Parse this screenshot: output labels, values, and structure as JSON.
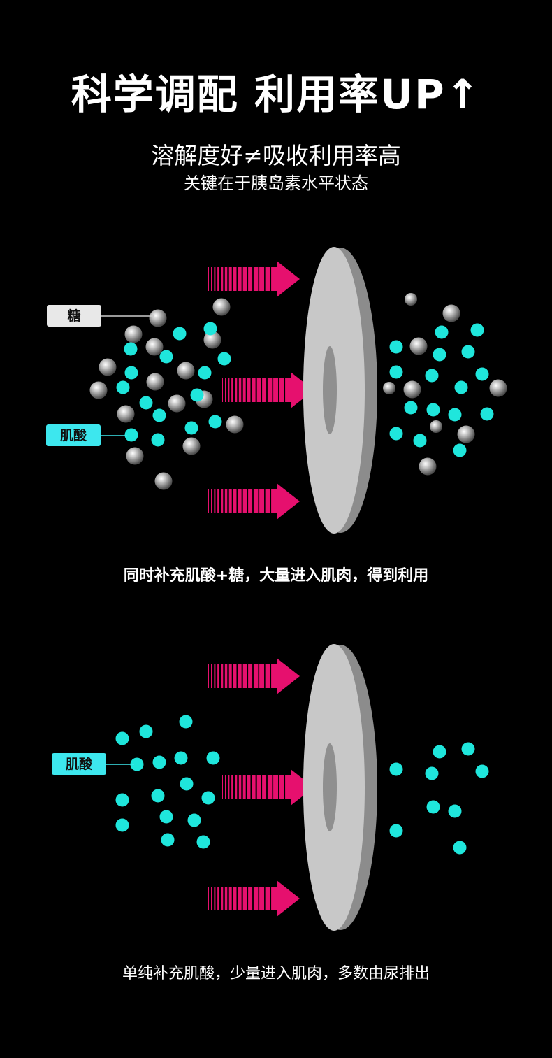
{
  "header": {
    "title": "科学调配 利用率UP↑",
    "subtitle": "溶解度好≠吸收利用率高",
    "subtitle2": "关键在于胰岛素水平状态"
  },
  "diagrams": [
    {
      "labels": {
        "sugar": "糖",
        "creatine": "肌酸"
      },
      "caption": "同时补充肌酸+糖，大量进入肌肉，得到利用"
    },
    {
      "labels": {
        "creatine": "肌酸"
      },
      "caption": "单纯补充肌酸，少量进入肌肉，多数由尿排出"
    }
  ],
  "colors": {
    "background": "#000000",
    "arrow": "#e6106e",
    "creatine_dot": "#1fe6dc",
    "sugar_ball": "#9a9a9a",
    "membrane_face": "#c8c8c8",
    "membrane_edge": "#8c8c8c",
    "creatine_tag": "#3de7ee",
    "sugar_tag": "#e8e8e8"
  }
}
